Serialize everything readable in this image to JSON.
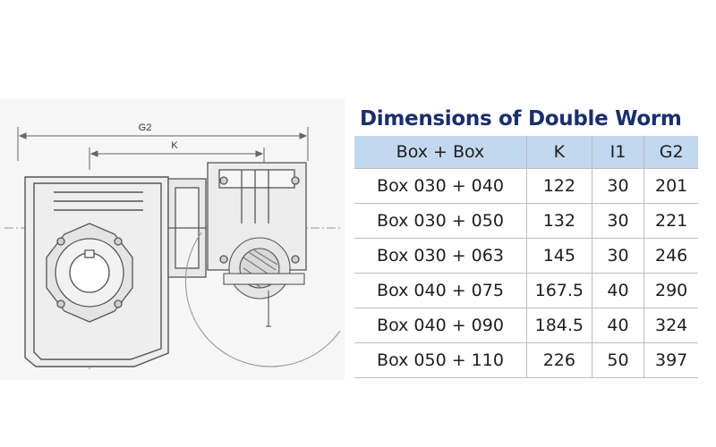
{
  "drawing": {
    "dimension_g2": "G2",
    "dimension_k": "K"
  },
  "table": {
    "title": "Dimensions of Double Worm",
    "headers": [
      "Box + Box",
      "K",
      "I1",
      "G2"
    ],
    "rows": [
      [
        "Box 030 + 040",
        "122",
        "30",
        "201"
      ],
      [
        "Box 030 + 050",
        "132",
        "30",
        "221"
      ],
      [
        "Box 030 + 063",
        "145",
        "30",
        "246"
      ],
      [
        "Box 040 + 075",
        "167.5",
        "40",
        "290"
      ],
      [
        "Box 040 + 090",
        "184.5",
        "40",
        "324"
      ],
      [
        "Box 050 + 110",
        "226",
        "50",
        "397"
      ]
    ]
  }
}
